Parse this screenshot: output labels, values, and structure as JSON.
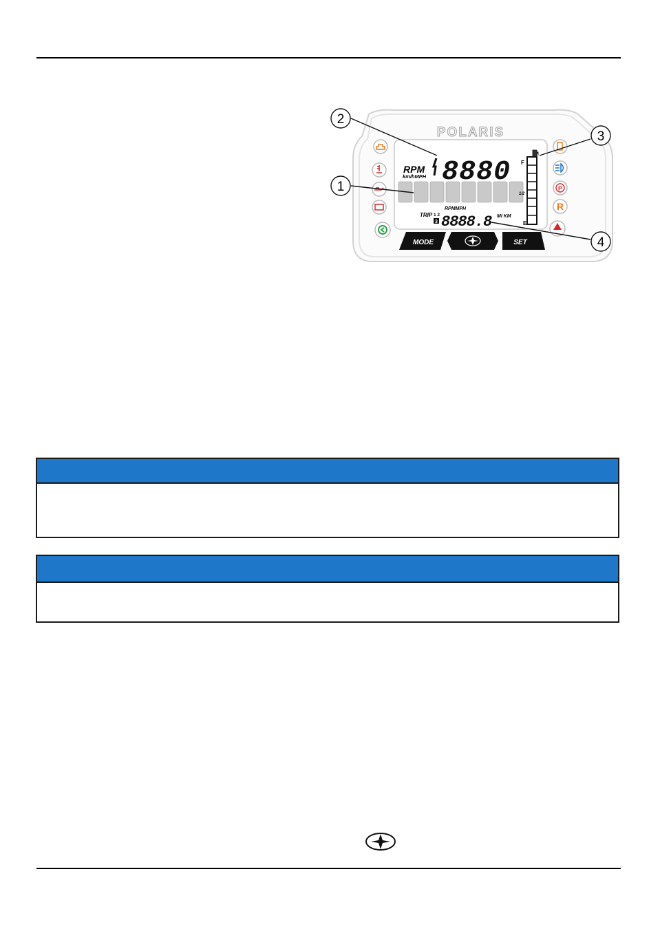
{
  "gauge": {
    "brand": "POLARIS",
    "main_digits": "8880",
    "main_units_top": "RPM",
    "main_units_bottom": "km/hMPH",
    "odometer_units_top": "RPMMPH",
    "trip_label": "TRIP",
    "trip_numbers_top": "1 2",
    "trip_number_bottom": "3",
    "odometer_digits": "8888.8",
    "odometer_units": "MI KM",
    "fuel_full": "F",
    "fuel_half": "1/2",
    "fuel_empty": "E",
    "button_mode": "MODE",
    "button_set": "SET",
    "indicator_reverse": "R",
    "indicator_park": "P",
    "callouts": [
      "1",
      "2",
      "3",
      "4"
    ],
    "colors": {
      "indicator_orange": "#e87a1c",
      "indicator_red": "#d9262b",
      "indicator_green": "#2aa046",
      "indicator_blue": "#1e73c8"
    }
  },
  "notices": {
    "header_color": "#1f77c9"
  }
}
